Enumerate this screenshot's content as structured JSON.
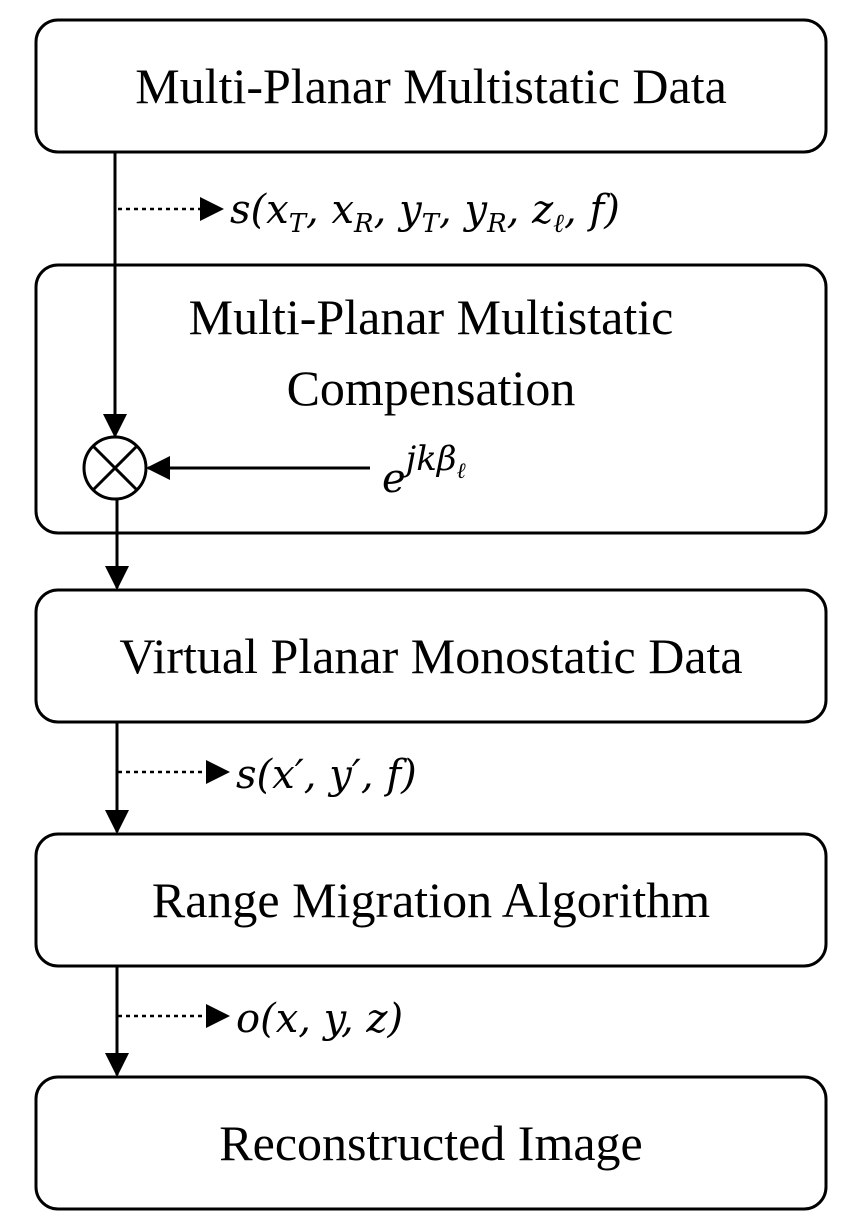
{
  "colors": {
    "line": "#000000",
    "background": "#ffffff"
  },
  "boxes": [
    {
      "lines": [
        "Multi-Planar Multistatic Data"
      ]
    },
    {
      "lines": [
        "Multi-Planar Multistatic",
        "Compensation"
      ]
    },
    {
      "lines": [
        "Virtual Planar Monostatic Data"
      ]
    },
    {
      "lines": [
        "Range Migration Algorithm"
      ]
    },
    {
      "lines": [
        "Reconstructed Image"
      ]
    }
  ],
  "signals": {
    "s1": {
      "fn": "s",
      "open": "(",
      "close": ")",
      "args": [
        {
          "b": "x",
          "sub": "T"
        },
        {
          "b": "x",
          "sub": "R"
        },
        {
          "b": "y",
          "sub": "T"
        },
        {
          "b": "y",
          "sub": "R"
        },
        {
          "b": "z",
          "sub": "ℓ"
        },
        {
          "b": "f",
          "sub": ""
        }
      ]
    },
    "s2": {
      "text": "s(x′, y′, f)"
    },
    "o": {
      "text": "o(x, y, z)"
    },
    "phase": {
      "base": "e",
      "exp": "jkβ",
      "exp_sub": "ℓ"
    }
  },
  "multiplier_icon": "circle-times-icon"
}
